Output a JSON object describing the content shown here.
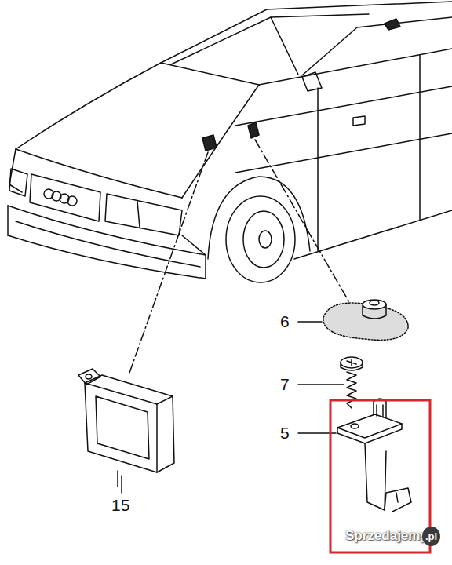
{
  "diagram": {
    "labels": [
      "6",
      "7",
      "5",
      "15",
      "Sprzedajemy",
      ".pl"
    ]
  }
}
